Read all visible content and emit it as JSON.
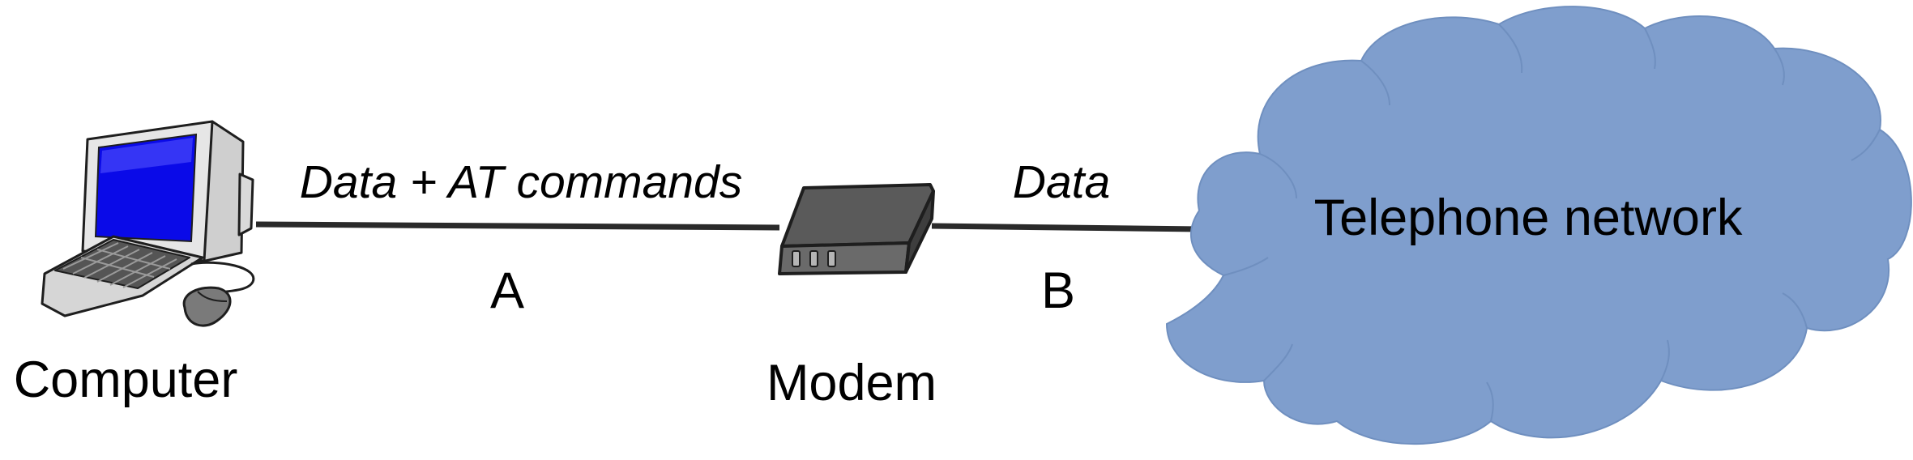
{
  "nodes": {
    "computer": {
      "label": "Computer",
      "icon": "desktop-computer-icon"
    },
    "modem": {
      "label": "Modem",
      "icon": "modem-icon"
    },
    "network": {
      "label": "Telephone network",
      "icon": "cloud-icon"
    }
  },
  "links": [
    {
      "id": "A",
      "label": "A",
      "carries": "Data + AT commands"
    },
    {
      "id": "B",
      "label": "B",
      "carries": "Data"
    }
  ],
  "colors": {
    "cloud_fill": "#7f9ecd",
    "cloud_stroke": "#6f8fbf",
    "screen_blue": "#0a0ae8",
    "monitor_body": "#e6e6e6",
    "modem_body": "#585858",
    "line": "#2a2a2a"
  }
}
